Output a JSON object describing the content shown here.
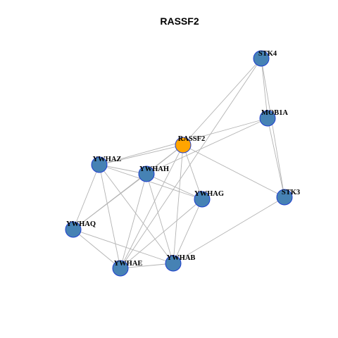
{
  "title": "RASSF2",
  "colors": {
    "query_node": "#ffa500",
    "interactor_node": "#4682b4",
    "node_border": "#1f3fcf",
    "edge": "#b3b3b3"
  },
  "nodes": [
    {
      "id": "STK4",
      "label": "STK4",
      "query": false
    },
    {
      "id": "MOB1A",
      "label": "MOB1A",
      "query": false
    },
    {
      "id": "RASSF2",
      "label": "RASSF2",
      "query": true
    },
    {
      "id": "YWHAZ",
      "label": "YWHAZ",
      "query": false
    },
    {
      "id": "YWHAH",
      "label": "YWHAH",
      "query": false
    },
    {
      "id": "YWHAG",
      "label": "YWHAG",
      "query": false
    },
    {
      "id": "STK3",
      "label": "STK3",
      "query": false
    },
    {
      "id": "YWHAQ",
      "label": "YWHAQ",
      "query": false
    },
    {
      "id": "YWHAB",
      "label": "YWHAB",
      "query": false
    },
    {
      "id": "YWHAE",
      "label": "YWHAE",
      "query": false
    }
  ],
  "edges": [
    [
      "STK4",
      "MOB1A"
    ],
    [
      "STK4",
      "RASSF2"
    ],
    [
      "STK4",
      "YWHAE"
    ],
    [
      "STK4",
      "STK3"
    ],
    [
      "MOB1A",
      "STK3"
    ],
    [
      "MOB1A",
      "YWHAZ"
    ],
    [
      "MOB1A",
      "YWHAH"
    ],
    [
      "RASSF2",
      "YWHAZ"
    ],
    [
      "RASSF2",
      "YWHAH"
    ],
    [
      "RASSF2",
      "YWHAG"
    ],
    [
      "RASSF2",
      "YWHAQ"
    ],
    [
      "RASSF2",
      "YWHAE"
    ],
    [
      "RASSF2",
      "YWHAB"
    ],
    [
      "RASSF2",
      "STK3"
    ],
    [
      "YWHAZ",
      "YWHAH"
    ],
    [
      "YWHAZ",
      "YWHAG"
    ],
    [
      "YWHAZ",
      "YWHAQ"
    ],
    [
      "YWHAZ",
      "YWHAE"
    ],
    [
      "YWHAZ",
      "YWHAB"
    ],
    [
      "YWHAH",
      "YWHAG"
    ],
    [
      "YWHAH",
      "YWHAQ"
    ],
    [
      "YWHAH",
      "YWHAE"
    ],
    [
      "YWHAH",
      "YWHAB"
    ],
    [
      "YWHAG",
      "YWHAE"
    ],
    [
      "YWHAG",
      "YWHAB"
    ],
    [
      "YWHAQ",
      "YWHAE"
    ],
    [
      "YWHAQ",
      "YWHAB"
    ],
    [
      "YWHAE",
      "YWHAB"
    ],
    [
      "STK3",
      "YWHAB"
    ]
  ]
}
